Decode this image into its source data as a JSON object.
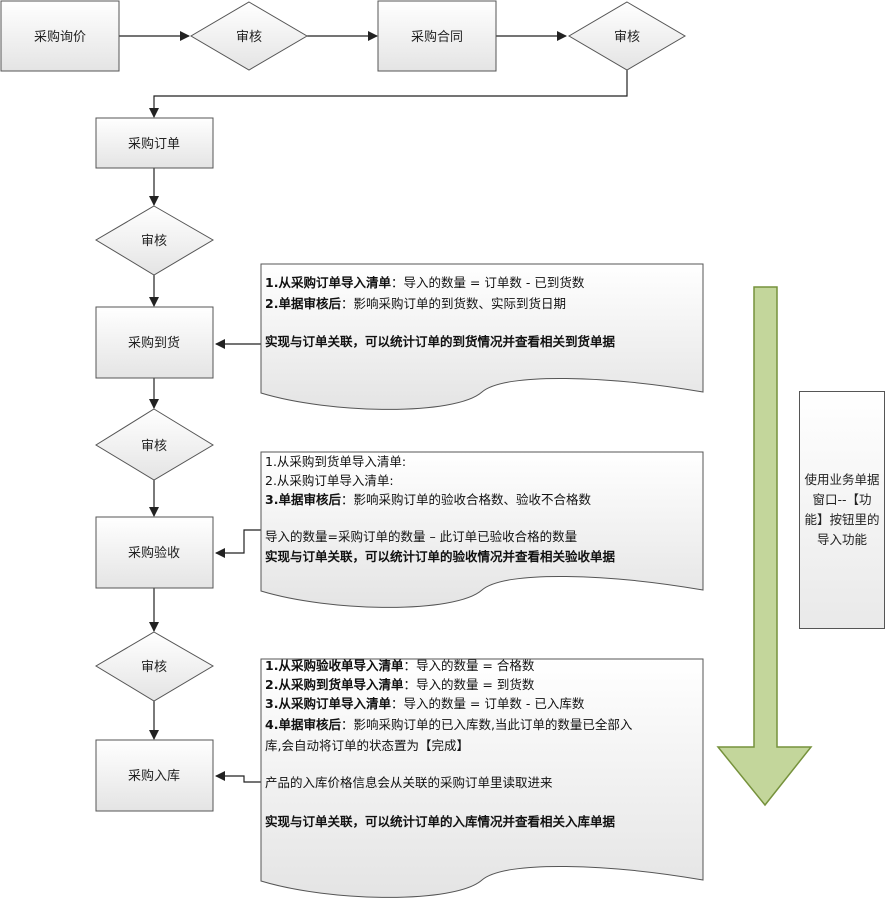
{
  "nodes": {
    "inquiry": "采购询价",
    "review1": "审核",
    "contract": "采购合同",
    "review2": "审核",
    "order": "采购订单",
    "review3": "审核",
    "arrival": "采购到货",
    "review4": "审核",
    "inspection": "采购验收",
    "review5": "审核",
    "warehousing": "采购入库"
  },
  "notes": {
    "arrival": {
      "l1_bold": "1.从采购订单导入清单",
      "l1_rest": "：导入的数量 = 订单数 - 已到货数",
      "l2_bold": "2.单据审核后",
      "l2_rest": "：影响采购订单的到货数、实际到货日期",
      "l3": "实现与订单关联，可以统计订单的到货情况并查看相关到货单据"
    },
    "inspection": {
      "l1": "1.从采购到货单导入清单:",
      "l2": "2.从采购订单导入清单:",
      "l3_bold": "3.单据审核后",
      "l3_rest": "：影响采购订单的验收合格数、验收不合格数",
      "l4": "导入的数量=采购订单的数量 – 此订单已验收合格的数量",
      "l5": "实现与订单关联，可以统计订单的验收情况并查看相关验收单据"
    },
    "warehousing": {
      "l1_bold": "1.从采购验收单导入清单",
      "l1_rest": "：导入的数量 = 合格数",
      "l2_bold": "2.从采购到货单导入清单",
      "l2_rest": "：导入的数量 = 到货数",
      "l3_bold": "3.从采购订单导入清单",
      "l3_rest": "：导入的数量 = 订单数 - 已入库数",
      "l4_bold": "4.单据审核后",
      "l4_rest": "：影响采购订单的已入库数,当此订单的数量已全部入",
      "l5": "库,会自动将订单的状态置为【完成】",
      "l6": "产品的入库价格信息会从关联的采购订单里读取进来",
      "l7": "实现与订单关联，可以统计订单的入库情况并查看相关入库单据"
    }
  },
  "side_note": "使用业务单据窗口--【功能】按钮里的导入功能",
  "colors": {
    "box_fill_top": "#ffffff",
    "box_fill_bottom": "#e6e6e6",
    "border": "#555555",
    "arrow_fill": "#c3d69b",
    "arrow_border": "#76923c"
  }
}
